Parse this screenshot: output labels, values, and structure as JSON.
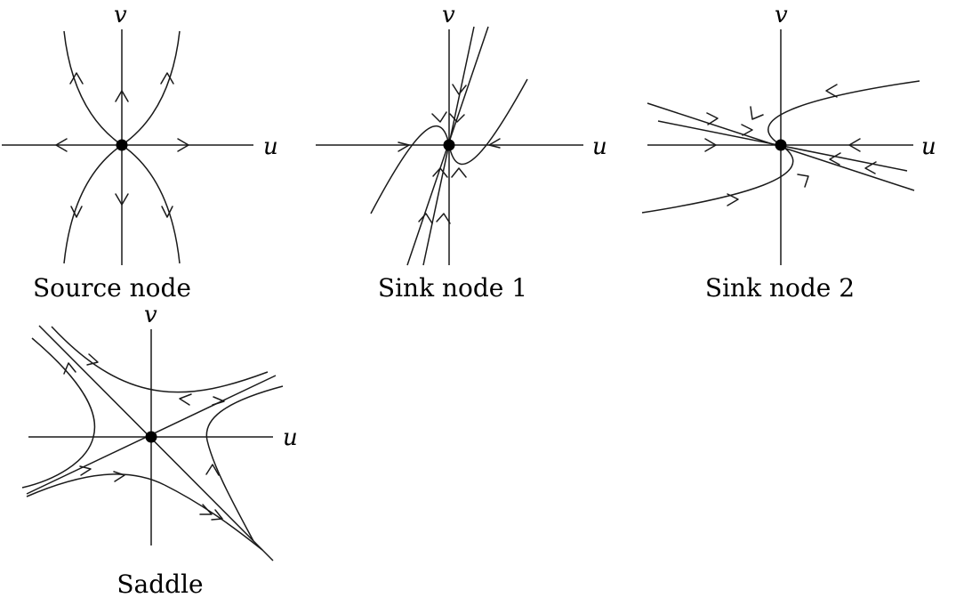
{
  "panels": [
    {
      "title": "Source node",
      "xlabel": "u",
      "ylabel": "v"
    },
    {
      "title": "Sink node 1",
      "xlabel": "u",
      "ylabel": "v"
    },
    {
      "title": "Sink node 2",
      "xlabel": "u",
      "ylabel": "v"
    },
    {
      "title": "Saddle",
      "xlabel": "u",
      "ylabel": "v"
    }
  ]
}
